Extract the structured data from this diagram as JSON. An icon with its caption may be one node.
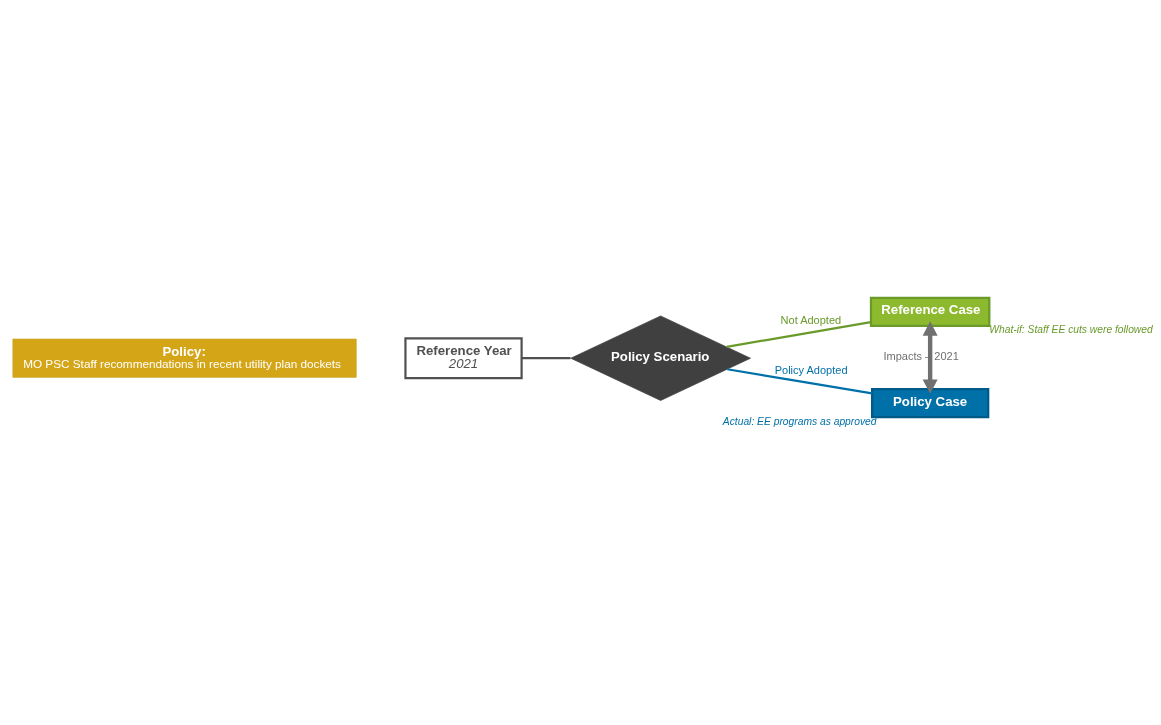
{
  "diagram": {
    "nodes": [
      {
        "text": [
          "Policy:",
          "MO PSC Staff recommendations in recent utility plan dockets"
        ]
      },
      {
        "text": [
          "Reference Year",
          "2021"
        ]
      },
      {
        "text": [
          "Policy Scenario"
        ]
      },
      {
        "text": [
          "Reference Case"
        ],
        "beside": [
          "What-if: Staff EE cuts were followed"
        ]
      },
      {
        "text": [
          "Policy Case"
        ],
        "beside": [
          "Actual: EE programs as approved"
        ]
      }
    ],
    "edges": [
      {
        "from": 1,
        "to": 2,
        "arrow": "none"
      },
      {
        "from": 2,
        "to": 3,
        "arrow": "none",
        "label": "Not Adopted",
        "color": "#6a9a2a"
      },
      {
        "from": 2,
        "to": 4,
        "arrow": "none",
        "label": "Policy Adopted",
        "color": "#0070a8"
      },
      {
        "from": 3,
        "to": 4,
        "arrow": "both",
        "label": "Impacts – 2021",
        "style": "thick",
        "color": "#707070"
      }
    ]
  }
}
